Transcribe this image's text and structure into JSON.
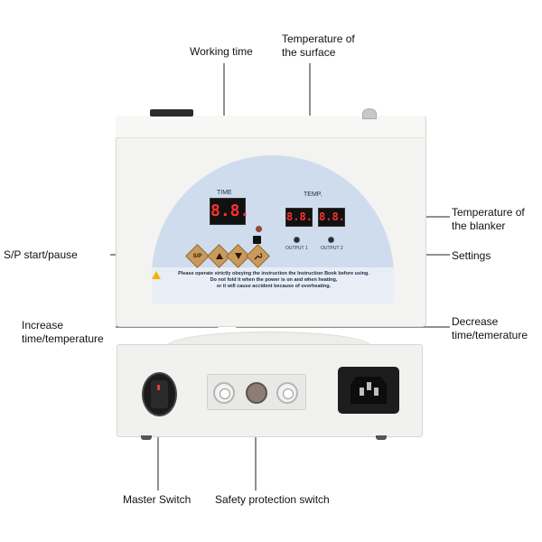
{
  "callouts": {
    "working_time": "Working time",
    "temp_surface_line1": "Temperature of",
    "temp_surface_line2": "the surface",
    "temp_blanker_line1": "Temperature of",
    "temp_blanker_line2": "the blanker",
    "sp_start_pause": "S/P start/pause",
    "settings": "Settings",
    "increase_line1": "Increase",
    "increase_line2": "time/temperature",
    "decrease_line1": "Decrease",
    "decrease_line2": "time/temerature",
    "master_switch": "Master Switch",
    "safety_protection_switch": "Safety protection switch"
  },
  "panel": {
    "time_label": "TIME",
    "temp_label": "TEMP.",
    "time_display": "8.8.",
    "temp_display_1": "8.8.",
    "temp_display_2": "8.8.",
    "output1": "OUTPUT 1",
    "output2": "OUTPUT 2",
    "sp_button": "S/P",
    "warning_line1": "Please operate strictly obeying the instruction the Instruction Book before using.",
    "warning_line2": "Do not fold it when the power is on and when heating,",
    "warning_line3": "or it will cause accident because of overheating."
  },
  "colors": {
    "panel_blue": "#cfdcee",
    "button_gold": "#c99a5c",
    "display_red": "#ff3030",
    "casing": "#f3f3f1"
  },
  "icons": [
    "up-arrow-icon",
    "down-arrow-icon",
    "wrench-icon",
    "warning-icon"
  ]
}
